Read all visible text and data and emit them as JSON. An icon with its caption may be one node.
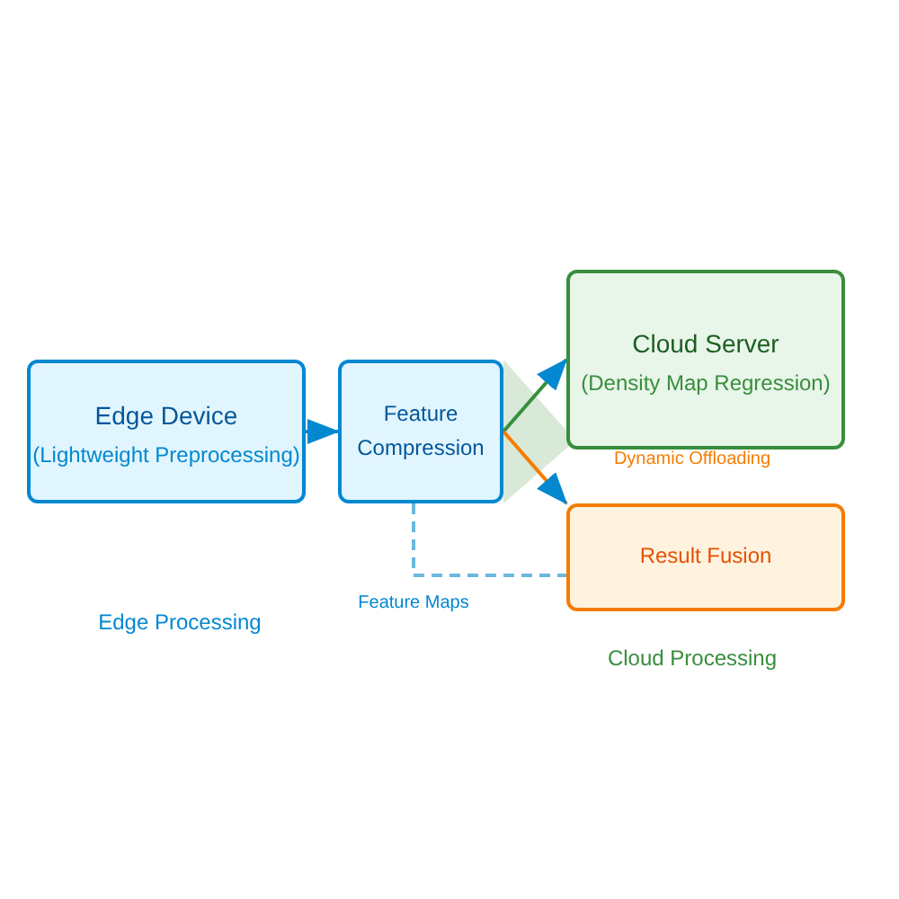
{
  "diagram": {
    "nodes": [
      {
        "text": [
          "Edge Device",
          "(Lightweight Preprocessing)"
        ]
      },
      {
        "text": [
          "Feature Compression"
        ]
      },
      {
        "text": [
          "Cloud Server",
          "(Density Map Regression)"
        ]
      },
      {
        "text": [
          "Result Fusion"
        ]
      }
    ],
    "edges": [
      {
        "from": 0,
        "to": 1,
        "arrow": "to",
        "color": "#0288d1"
      },
      {
        "from": 1,
        "to": 2,
        "arrow": "to",
        "color": "#388e3c"
      },
      {
        "from": 1,
        "to": 3,
        "arrow": "to",
        "color": "#f57c00"
      },
      {
        "from": 1,
        "to": 3,
        "arrow": "none",
        "style": "dashed",
        "color": "#6bb8e0",
        "label": "Feature Maps"
      }
    ],
    "labels": [
      "Dynamic Offloading",
      "Edge Processing",
      "Cloud Processing"
    ]
  }
}
